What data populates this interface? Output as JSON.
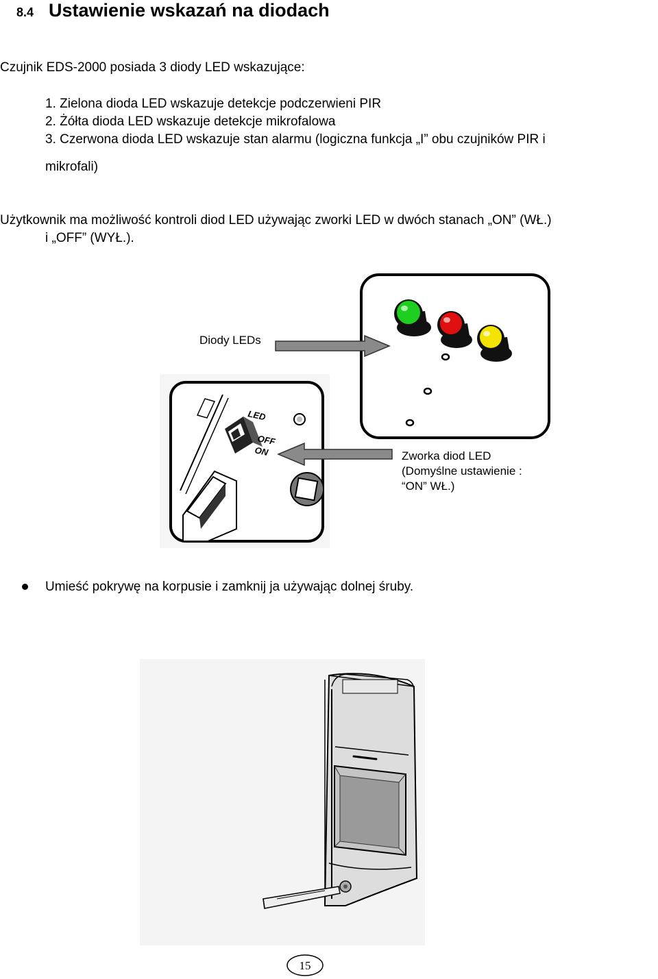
{
  "heading": {
    "number": "8.4",
    "title": "Ustawienie wskazań na diodach"
  },
  "intro": "Czujnik EDS-2000 posiada 3 diody LED wskazujące:",
  "list": [
    "1. Zielona dioda LED wskazuje detekcje podczerwieni PIR",
    "2. Żółta dioda LED wskazuje detekcje mikrofalowa",
    "3. Czerwona dioda LED wskazuje stan alarmu (logiczna funkcja „I” obu czujników PIR i",
    "mikrofali)"
  ],
  "paragraph": {
    "line1": "Użytkownik ma możliwość kontroli diod LED używając zworki LED w dwóch stanach „ON” (WŁ.)",
    "line2": "i „OFF” (WYŁ.)."
  },
  "figure": {
    "leds_label": "Diody LEDs",
    "jumper_labels": {
      "led": "LED",
      "off": "OFF",
      "on": "ON"
    },
    "jumper_caption": {
      "line1": "Zworka diod LED",
      "line2": "(Domyślne ustawienie :",
      "line3": "“ON” WŁ.)"
    },
    "led_colors": {
      "green": "#1fcf1f",
      "red": "#e01010",
      "yellow": "#f2e400"
    }
  },
  "bullet": "Umieść pokrywę na korpusie i zamknij ja używając dolnej śruby.",
  "page_number": "15"
}
